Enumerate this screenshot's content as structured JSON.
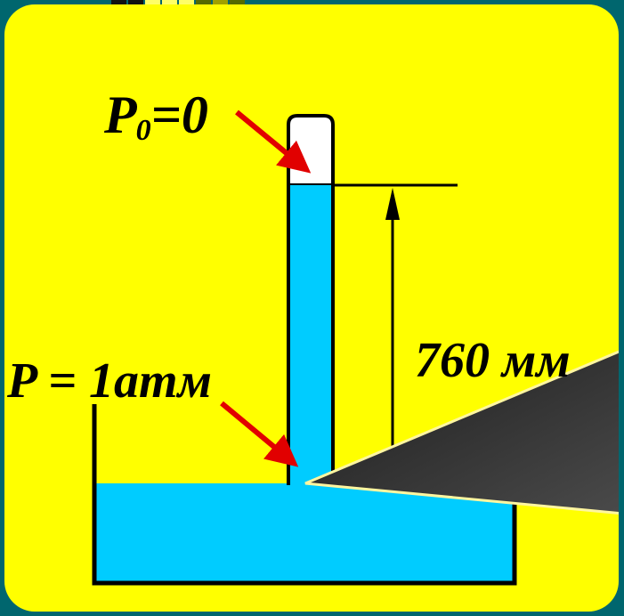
{
  "labels": {
    "top_pressure": "P",
    "top_pressure_sub": "0",
    "top_pressure_value": "=0",
    "atm_pressure": "P = 1атм",
    "column_height": "760 мм"
  },
  "colors": {
    "background": "#ffff00",
    "mercury": "#00ccff",
    "arrow": "#e10000",
    "outline": "#000000",
    "vacuum": "#ffffff",
    "frame": "#00666e",
    "callout": "#333333"
  }
}
